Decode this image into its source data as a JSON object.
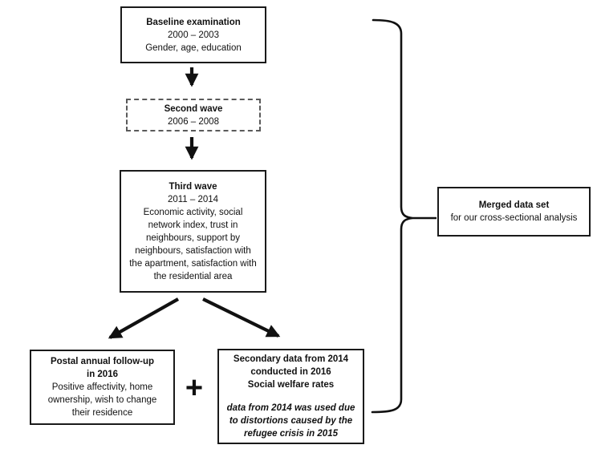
{
  "flowchart": {
    "baseline": {
      "title": "Baseline examination",
      "period": "2000 – 2003",
      "body": "Gender, age, education"
    },
    "second_wave": {
      "title": "Second wave",
      "period": "2006 – 2008"
    },
    "third_wave": {
      "title": "Third wave",
      "period": "2011 – 2014",
      "body": "Economic activity, social network index, trust in neighbours, support by neighbours, satisfaction with the apartment, satisfaction with the residential area"
    },
    "postal": {
      "title_line1": "Postal annual follow-up",
      "title_line2": "in 2016",
      "body": "Positive affectivity, home ownership, wish to change their residence"
    },
    "secondary": {
      "title_line1": "Secondary data from 2014",
      "title_line2": "conducted in 2016",
      "title_line3": "Social welfare rates",
      "note": "data from 2014 was used due to distortions caused by the refugee crisis in 2015"
    },
    "merged": {
      "title": "Merged data set",
      "subtitle": "for our cross-sectional analysis"
    },
    "plus_sign": "+",
    "colors": {
      "box_border": "#1a1a1a",
      "dashed_border": "#5a5a5a",
      "arrow": "#111111",
      "background": "#ffffff"
    }
  }
}
